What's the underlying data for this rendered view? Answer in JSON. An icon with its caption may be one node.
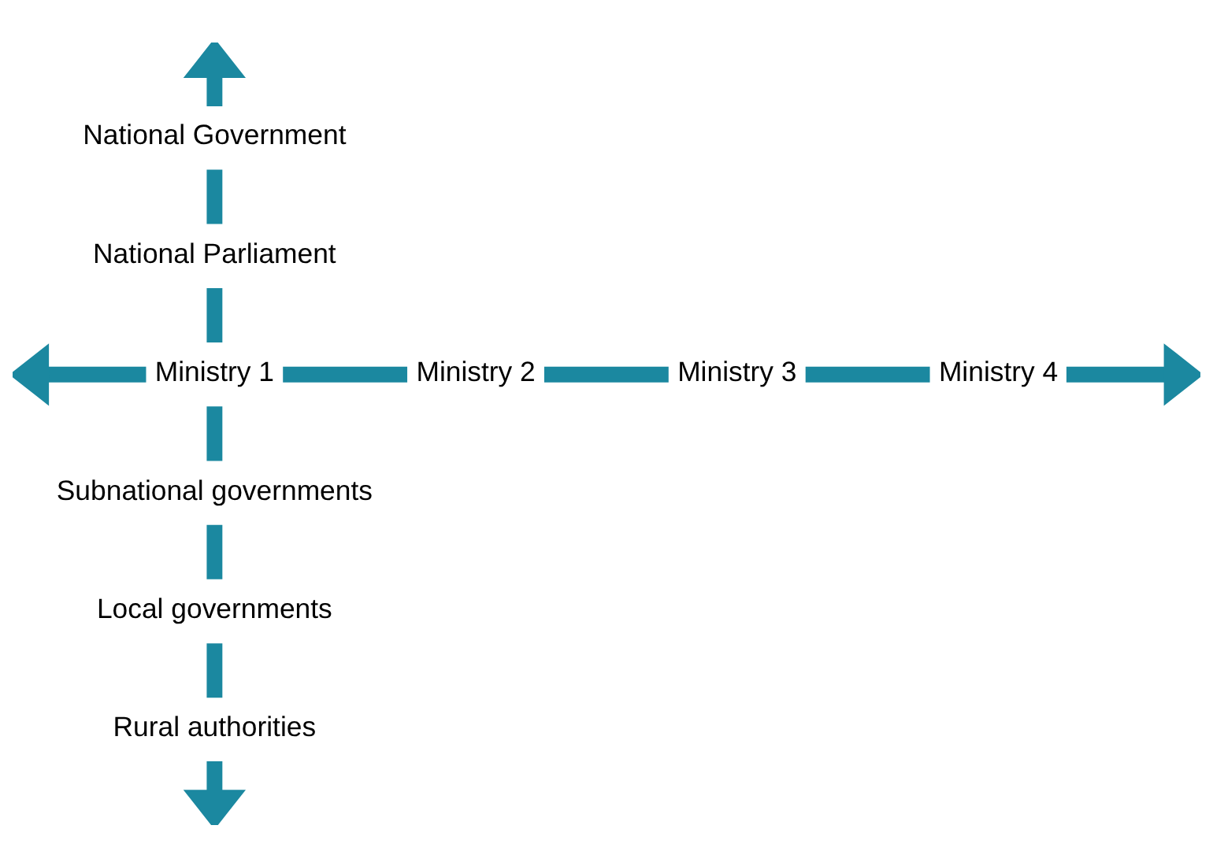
{
  "diagram": {
    "nodes": [
      {
        "text": [
          "National Government"
        ]
      },
      {
        "text": [
          "National Parliament"
        ]
      },
      {
        "text": [
          "Ministry 1"
        ]
      },
      {
        "text": [
          "Ministry 2"
        ]
      },
      {
        "text": [
          "Ministry 3"
        ]
      },
      {
        "text": [
          "Ministry 4"
        ]
      },
      {
        "text": [
          "Subnational governments"
        ]
      },
      {
        "text": [
          "Local governments"
        ]
      },
      {
        "text": [
          "Rural authorities"
        ]
      }
    ],
    "edges": [
      {
        "from": 0,
        "to": null,
        "arrow": "to"
      },
      {
        "from": 0,
        "to": 1,
        "arrow": "none"
      },
      {
        "from": 1,
        "to": 2,
        "arrow": "none"
      },
      {
        "from": 2,
        "to": 6,
        "arrow": "none"
      },
      {
        "from": 6,
        "to": 7,
        "arrow": "none"
      },
      {
        "from": 7,
        "to": 8,
        "arrow": "none"
      },
      {
        "from": 8,
        "to": null,
        "arrow": "to"
      },
      {
        "from": 2,
        "to": null,
        "arrow": "to"
      },
      {
        "from": 2,
        "to": 3,
        "arrow": "none"
      },
      {
        "from": 3,
        "to": 4,
        "arrow": "none"
      },
      {
        "from": 4,
        "to": 5,
        "arrow": "none"
      },
      {
        "from": 5,
        "to": null,
        "arrow": "to"
      }
    ]
  }
}
